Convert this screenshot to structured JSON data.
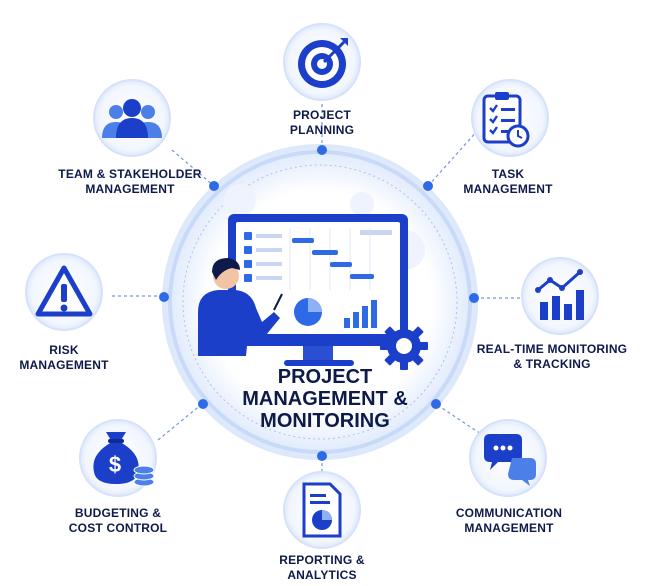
{
  "center": {
    "title_lines": [
      "PROJECT",
      "MANAGEMENT &",
      "MONITORING"
    ]
  },
  "nodes": [
    {
      "id": "project-planning",
      "lines": [
        "PROJECT",
        "PLANNING"
      ],
      "icon": "target-icon"
    },
    {
      "id": "task-management",
      "lines": [
        "TASK",
        "MANAGEMENT"
      ],
      "icon": "clipboard-checklist-icon"
    },
    {
      "id": "real-time-monitoring",
      "lines": [
        "REAL-TIME MONITORING",
        "& TRACKING"
      ],
      "icon": "bar-chart-trend-icon"
    },
    {
      "id": "communication-management",
      "lines": [
        "COMMUNICATION",
        "MANAGEMENT"
      ],
      "icon": "chat-bubbles-icon"
    },
    {
      "id": "reporting-analytics",
      "lines": [
        "REPORTING &",
        "ANALYTICS"
      ],
      "icon": "report-document-icon"
    },
    {
      "id": "budgeting-cost-control",
      "lines": [
        "BUDGETING &",
        "COST CONTROL"
      ],
      "icon": "money-bag-icon"
    },
    {
      "id": "risk-management",
      "lines": [
        "RISK",
        "MANAGEMENT"
      ],
      "icon": "warning-icon"
    },
    {
      "id": "team-stakeholder-management",
      "lines": [
        "TEAM & STAKEHOLDER",
        "MANAGEMENT"
      ],
      "icon": "team-icon"
    }
  ],
  "colors": {
    "primary": "#1c3fc9",
    "light": "#e8f0fe",
    "ring": "#c9daf8",
    "text": "#0d1a4a"
  }
}
